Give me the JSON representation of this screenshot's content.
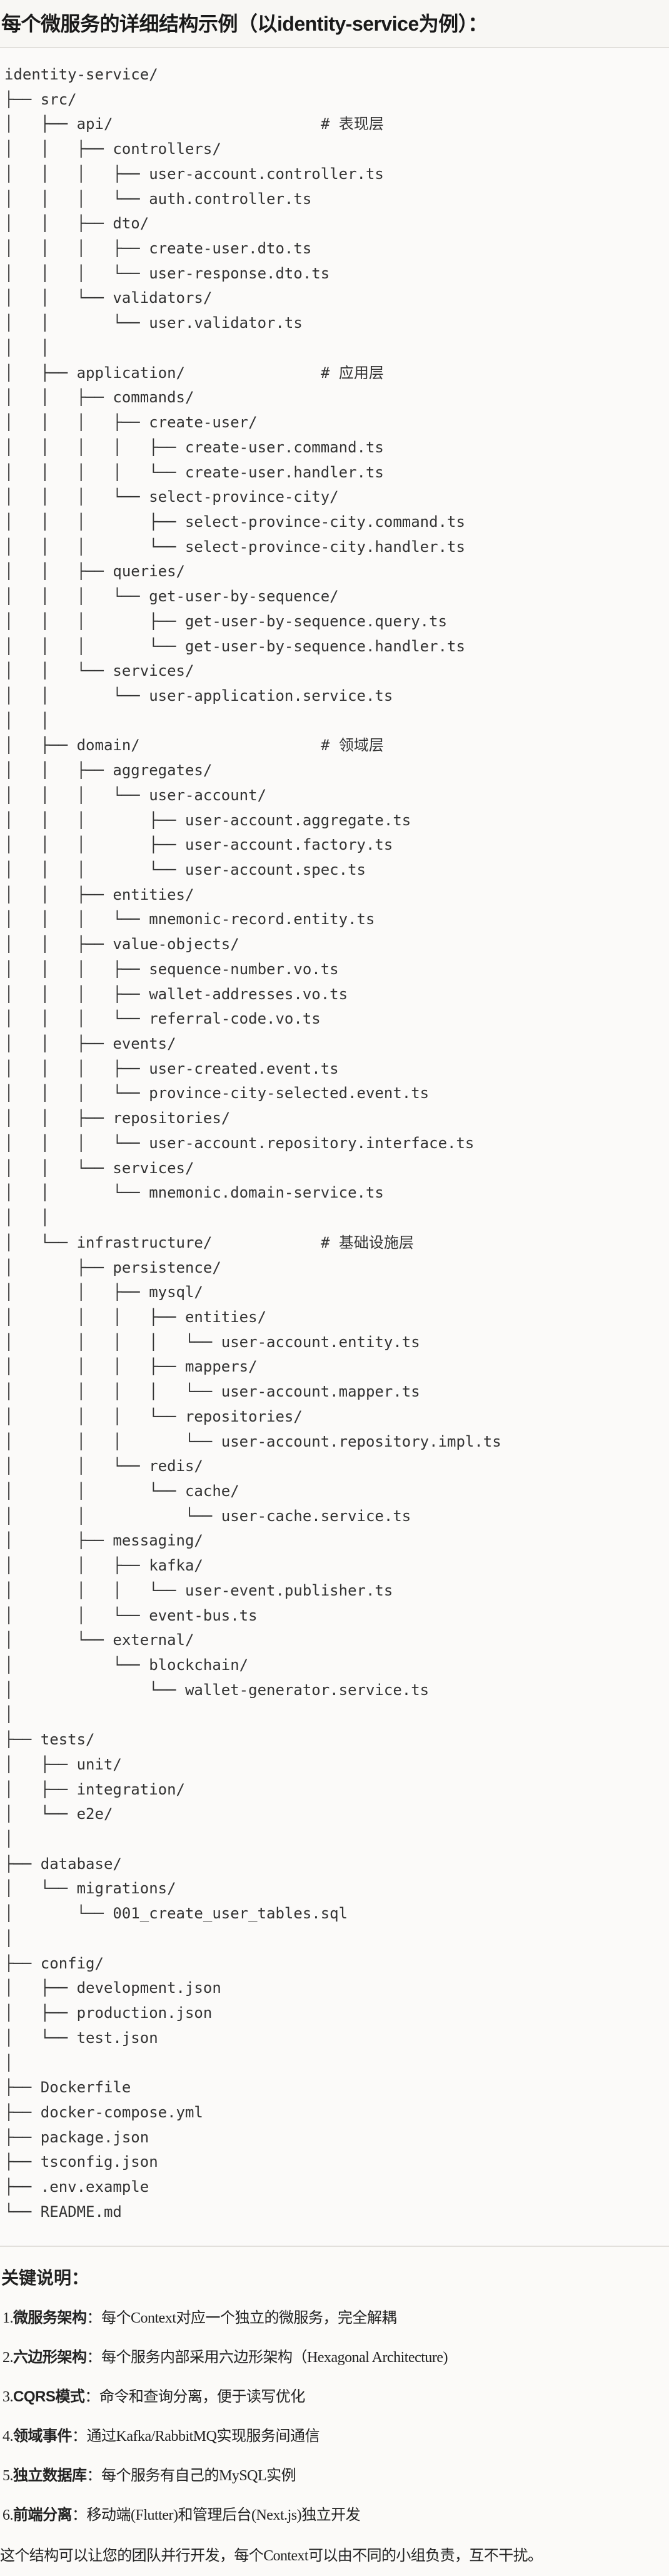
{
  "title": "每个微服务的详细结构示例（以identity-service为例）：",
  "tree": [
    {
      "text": "identity-service/"
    },
    {
      "text": "├── src/"
    },
    {
      "text": "│   ├── api/",
      "comment": "# 表现层"
    },
    {
      "text": "│   │   ├── controllers/"
    },
    {
      "text": "│   │   │   ├── user-account.controller.ts"
    },
    {
      "text": "│   │   │   └── auth.controller.ts"
    },
    {
      "text": "│   │   ├── dto/"
    },
    {
      "text": "│   │   │   ├── create-user.dto.ts"
    },
    {
      "text": "│   │   │   └── user-response.dto.ts"
    },
    {
      "text": "│   │   └── validators/"
    },
    {
      "text": "│   │       └── user.validator.ts"
    },
    {
      "text": "│   │"
    },
    {
      "text": "│   ├── application/",
      "comment": "# 应用层"
    },
    {
      "text": "│   │   ├── commands/"
    },
    {
      "text": "│   │   │   ├── create-user/"
    },
    {
      "text": "│   │   │   │   ├── create-user.command.ts"
    },
    {
      "text": "│   │   │   │   └── create-user.handler.ts"
    },
    {
      "text": "│   │   │   └── select-province-city/"
    },
    {
      "text": "│   │   │       ├── select-province-city.command.ts"
    },
    {
      "text": "│   │   │       └── select-province-city.handler.ts"
    },
    {
      "text": "│   │   ├── queries/"
    },
    {
      "text": "│   │   │   └── get-user-by-sequence/"
    },
    {
      "text": "│   │   │       ├── get-user-by-sequence.query.ts"
    },
    {
      "text": "│   │   │       └── get-user-by-sequence.handler.ts"
    },
    {
      "text": "│   │   └── services/"
    },
    {
      "text": "│   │       └── user-application.service.ts"
    },
    {
      "text": "│   │"
    },
    {
      "text": "│   ├── domain/",
      "comment": "# 领域层"
    },
    {
      "text": "│   │   ├── aggregates/"
    },
    {
      "text": "│   │   │   └── user-account/"
    },
    {
      "text": "│   │   │       ├── user-account.aggregate.ts"
    },
    {
      "text": "│   │   │       ├── user-account.factory.ts"
    },
    {
      "text": "│   │   │       └── user-account.spec.ts"
    },
    {
      "text": "│   │   ├── entities/"
    },
    {
      "text": "│   │   │   └── mnemonic-record.entity.ts"
    },
    {
      "text": "│   │   ├── value-objects/"
    },
    {
      "text": "│   │   │   ├── sequence-number.vo.ts"
    },
    {
      "text": "│   │   │   ├── wallet-addresses.vo.ts"
    },
    {
      "text": "│   │   │   └── referral-code.vo.ts"
    },
    {
      "text": "│   │   ├── events/"
    },
    {
      "text": "│   │   │   ├── user-created.event.ts"
    },
    {
      "text": "│   │   │   └── province-city-selected.event.ts"
    },
    {
      "text": "│   │   ├── repositories/"
    },
    {
      "text": "│   │   │   └── user-account.repository.interface.ts"
    },
    {
      "text": "│   │   └── services/"
    },
    {
      "text": "│   │       └── mnemonic.domain-service.ts"
    },
    {
      "text": "│   │"
    },
    {
      "text": "│   └── infrastructure/",
      "comment": "# 基础设施层"
    },
    {
      "text": "│       ├── persistence/"
    },
    {
      "text": "│       │   ├── mysql/"
    },
    {
      "text": "│       │   │   ├── entities/"
    },
    {
      "text": "│       │   │   │   └── user-account.entity.ts"
    },
    {
      "text": "│       │   │   ├── mappers/"
    },
    {
      "text": "│       │   │   │   └── user-account.mapper.ts"
    },
    {
      "text": "│       │   │   └── repositories/"
    },
    {
      "text": "│       │   │       └── user-account.repository.impl.ts"
    },
    {
      "text": "│       │   └── redis/"
    },
    {
      "text": "│       │       └── cache/"
    },
    {
      "text": "│       │           └── user-cache.service.ts"
    },
    {
      "text": "│       ├── messaging/"
    },
    {
      "text": "│       │   ├── kafka/"
    },
    {
      "text": "│       │   │   └── user-event.publisher.ts"
    },
    {
      "text": "│       │   └── event-bus.ts"
    },
    {
      "text": "│       └── external/"
    },
    {
      "text": "│           └── blockchain/"
    },
    {
      "text": "│               └── wallet-generator.service.ts"
    },
    {
      "text": "│"
    },
    {
      "text": "├── tests/"
    },
    {
      "text": "│   ├── unit/"
    },
    {
      "text": "│   ├── integration/"
    },
    {
      "text": "│   └── e2e/"
    },
    {
      "text": "│"
    },
    {
      "text": "├── database/"
    },
    {
      "text": "│   └── migrations/"
    },
    {
      "text": "│       └── 001_create_user_tables.sql"
    },
    {
      "text": "│"
    },
    {
      "text": "├── config/"
    },
    {
      "text": "│   ├── development.json"
    },
    {
      "text": "│   ├── production.json"
    },
    {
      "text": "│   └── test.json"
    },
    {
      "text": "│"
    },
    {
      "text": "├── Dockerfile"
    },
    {
      "text": "├── docker-compose.yml"
    },
    {
      "text": "├── package.json"
    },
    {
      "text": "├── tsconfig.json"
    },
    {
      "text": "├── .env.example"
    },
    {
      "text": "└── README.md"
    }
  ],
  "notes": {
    "title": "关键说明：",
    "items": [
      {
        "num": "1.",
        "label": "微服务架构",
        "sep": "：",
        "desc": "每个Context对应一个独立的微服务，完全解耦"
      },
      {
        "num": "2.",
        "label": "六边形架构",
        "sep": "：",
        "desc": "每个服务内部采用六边形架构（Hexagonal Architecture)"
      },
      {
        "num": "3.",
        "label": "CQRS模式",
        "sep": "：",
        "desc": "命令和查询分离，便于读写优化"
      },
      {
        "num": "4.",
        "label": "领域事件",
        "sep": "：",
        "desc": "通过Kafka/RabbitMQ实现服务间通信"
      },
      {
        "num": "5.",
        "label": "独立数据库",
        "sep": "：",
        "desc": "每个服务有自己的MySQL实例"
      },
      {
        "num": "6.",
        "label": "前端分离",
        "sep": "：",
        "desc": "移动端(Flutter)和管理后台(Next.js)独立开发"
      }
    ],
    "summary": "这个结构可以让您的团队并行开发，每个Context可以由不同的小组负责，互不干扰。"
  }
}
